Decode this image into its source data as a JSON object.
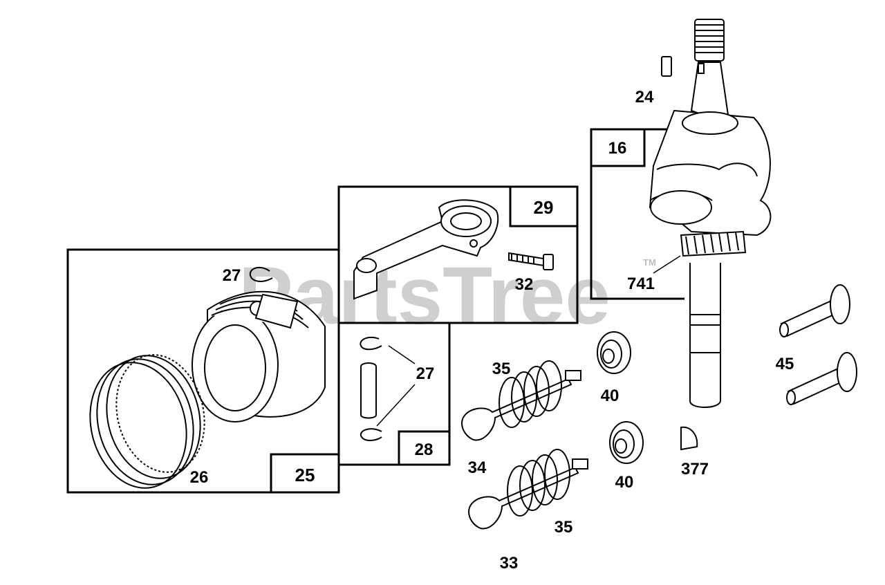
{
  "watermark": {
    "text": "PartsTree",
    "trademark": "TM"
  },
  "boxes": {
    "piston_assembly": "25",
    "connecting_rod": "29",
    "pin_kit": "28",
    "crankshaft": "16"
  },
  "callouts": {
    "key": "24",
    "crankshaft_gear": "741",
    "rod_bolt": "32",
    "retainer_top": "27",
    "retainer_kit": "27",
    "piston_rings": "26",
    "spring_top": "35",
    "spring_bottom": "35",
    "valve_exhaust": "34",
    "valve_intake": "33",
    "retainer_upper": "40",
    "retainer_lower": "40",
    "tappet": "45",
    "crank_key": "377"
  },
  "colors": {
    "line": "#000000",
    "watermark": "#cfcfcf",
    "background": "#ffffff"
  }
}
